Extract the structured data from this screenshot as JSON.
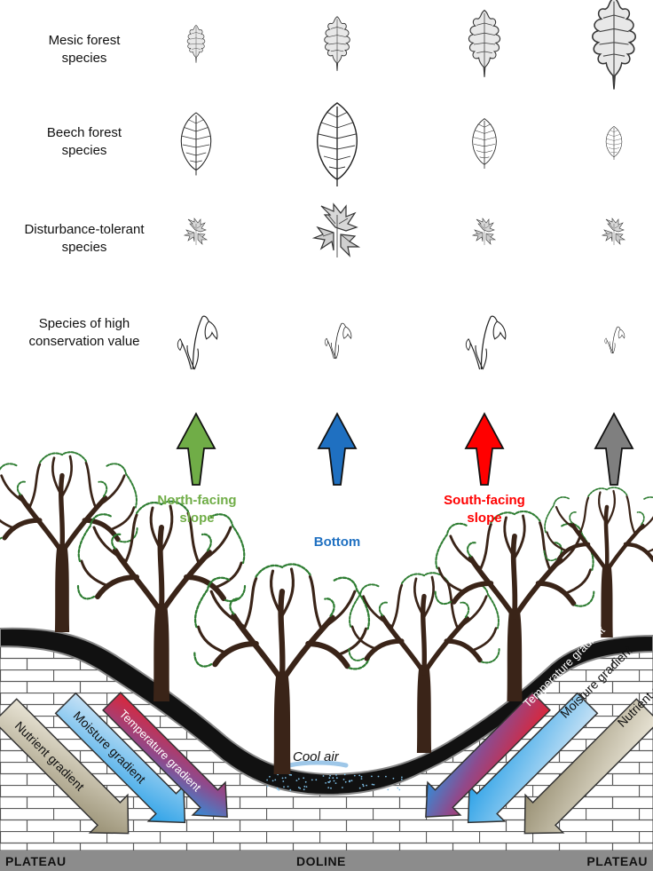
{
  "rows": [
    {
      "line1": "Mesic forest",
      "line2": "species",
      "scales": [
        0.45,
        0.65,
        0.8,
        1.1
      ]
    },
    {
      "line1": "Beech forest",
      "line2": "species",
      "scales": [
        0.75,
        1.0,
        0.6,
        0.4
      ]
    },
    {
      "line1": "Disturbance-tolerant",
      "line2": "species",
      "scales": [
        0.5,
        1.0,
        0.5,
        0.5
      ]
    },
    {
      "line1": "Species of high",
      "line2": "conservation value",
      "scales": [
        0.9,
        0.6,
        0.9,
        0.45
      ]
    }
  ],
  "arrows": [
    {
      "color": "#70ad47"
    },
    {
      "color": "#1f70c1"
    },
    {
      "color": "#ff0000"
    },
    {
      "color": "#7f7f7f"
    }
  ],
  "labels": {
    "north_line1": "North-facing",
    "north_line2": "slope",
    "south_line1": "South-facing",
    "south_line2": "slope",
    "bottom": "Bottom",
    "cool_air": "Cool air",
    "plateau_left": "PLATEAU",
    "doline": "DOLINE",
    "plateau_right": "PLATEAU"
  },
  "gradients": {
    "nutrient": "Nutrient gradient",
    "moisture": "Moisture gradient",
    "temperature": "Temperature gradient"
  },
  "colors": {
    "north": "#70ad47",
    "bottom": "#1f70c1",
    "south": "#ff0000",
    "trunk": "#3a2418",
    "foliage": "#2e7d32",
    "soil": "#111111",
    "nutrient_arrow": "#9c9275",
    "moisture_arrow": "#3aa3e0",
    "temperature_arrow": "#e5202a"
  }
}
